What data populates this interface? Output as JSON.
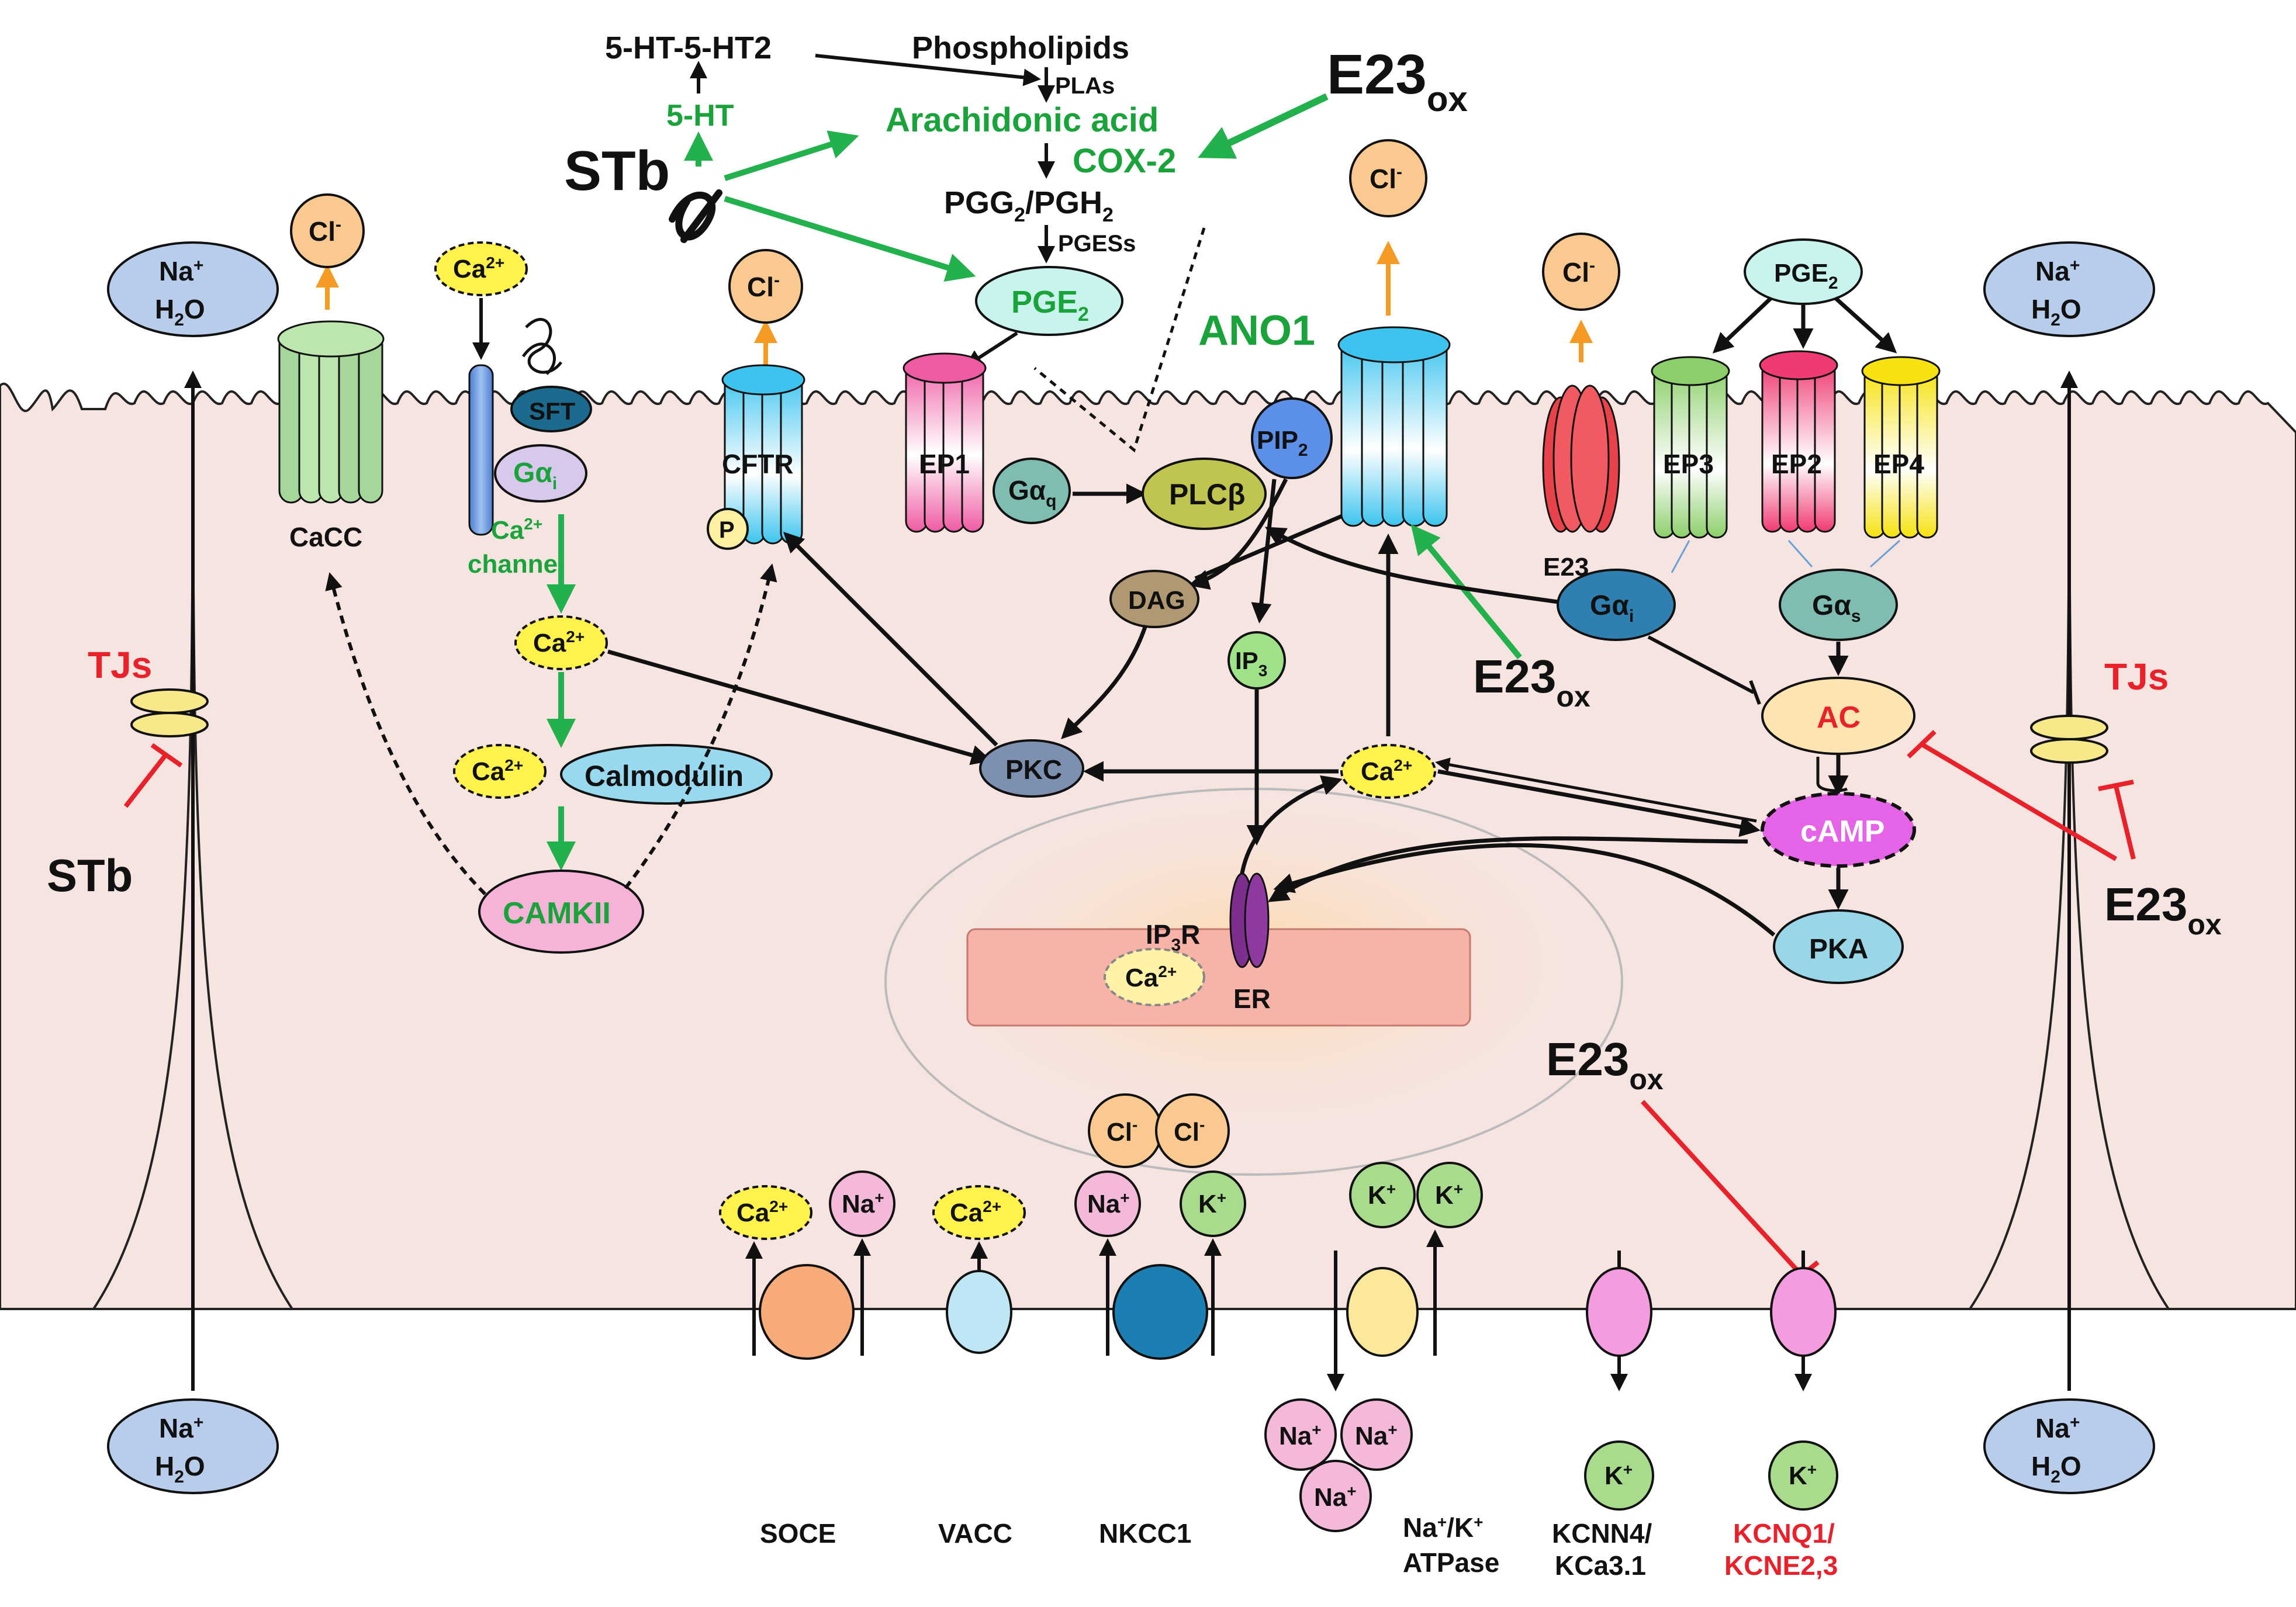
{
  "colors": {
    "cell_fill": "#f6e4e1",
    "green_text": "#1aa33a",
    "red_text": "#e8212b",
    "green_arrow": "#22b14c",
    "orange_arrow": "#f59a23",
    "cl_fill": "#f9c98f",
    "na_h2o_fill": "#b7cdeb",
    "ca_fill": "#fff24a",
    "k_fill": "#a8dc8c",
    "na_fill": "#f4b8d8",
    "tj_fill": "#f7e88a"
  },
  "labels": {
    "s5ht_5ht2": "5-HT-5-HT2",
    "phospholipids": "Phospholipids",
    "plas": "PLAs",
    "arachidonic_acid": "Arachidonic acid",
    "cox2": "COX-2",
    "five_ht": "5-HT",
    "stb_top": "STb",
    "e23_top": "E23",
    "ox": "ox",
    "pgg": "PGG",
    "pgh": "/PGH",
    "sub2": "2",
    "pgess": "PGESs",
    "pge": "PGE",
    "ano1": "ANO1",
    "cl": "Cl",
    "minus": "-",
    "na": "Na",
    "plus": "+",
    "h2o_h": "H",
    "h2o_o": "O",
    "ca": "Ca",
    "ca_sup": "2+",
    "sft": "SFT",
    "galpha": "Gα",
    "sub_i": "i",
    "sub_q": "q",
    "sub_s": "s",
    "cacc": "CaCC",
    "ca_channel_1": "Ca",
    "ca_channel_2": "channel",
    "cftr": "CFTR",
    "p": "P",
    "ep1": "EP1",
    "ep2": "EP2",
    "ep3": "EP3",
    "ep4": "EP4",
    "pip": "PIP",
    "plcb": "PLCβ",
    "dag": "DAG",
    "ip": "IP",
    "sub3": "3",
    "pkc": "PKC",
    "pka": "PKA",
    "ac": "AC",
    "camp": "cAMP",
    "calmodulin": "Calmodulin",
    "camkii": "CAMKII",
    "tjs": "TJs",
    "stb_left": "STb",
    "ip3r_a": "IP",
    "ip3r_b": "R",
    "er": "ER",
    "k": "K",
    "soce": "SOCE",
    "vacc": "VACC",
    "nkcc1": "NKCC1",
    "atpase_1": "Na",
    "atpase_2": "/K",
    "atpase_3": "ATPase",
    "kcnn4_1": "KCNN4/",
    "kcnn4_2": "KCa3.1",
    "kcnq1_1": "KCNQ1/",
    "kcnq1_2": "KCNE2,3"
  }
}
